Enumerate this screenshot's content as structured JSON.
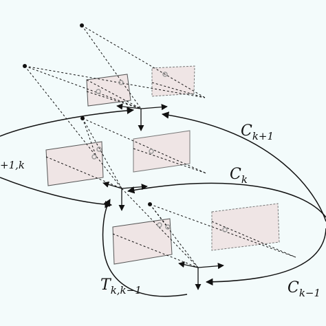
{
  "labels": {
    "c_next": {
      "main": "C",
      "sub": "k+1"
    },
    "c_cur": {
      "main": "C",
      "sub": "k"
    },
    "c_prev": {
      "main": "C",
      "sub": "k−1"
    },
    "t_prev": {
      "main": "T",
      "sub": "k,k−1"
    },
    "t_next_partial": {
      "main": "",
      "sub": "+1,k"
    }
  },
  "colors": {
    "background": "#f3fbfb",
    "image_plane_fill": "#efe5e5",
    "feature_circle": "#9a9a9a",
    "line": "#111111"
  }
}
